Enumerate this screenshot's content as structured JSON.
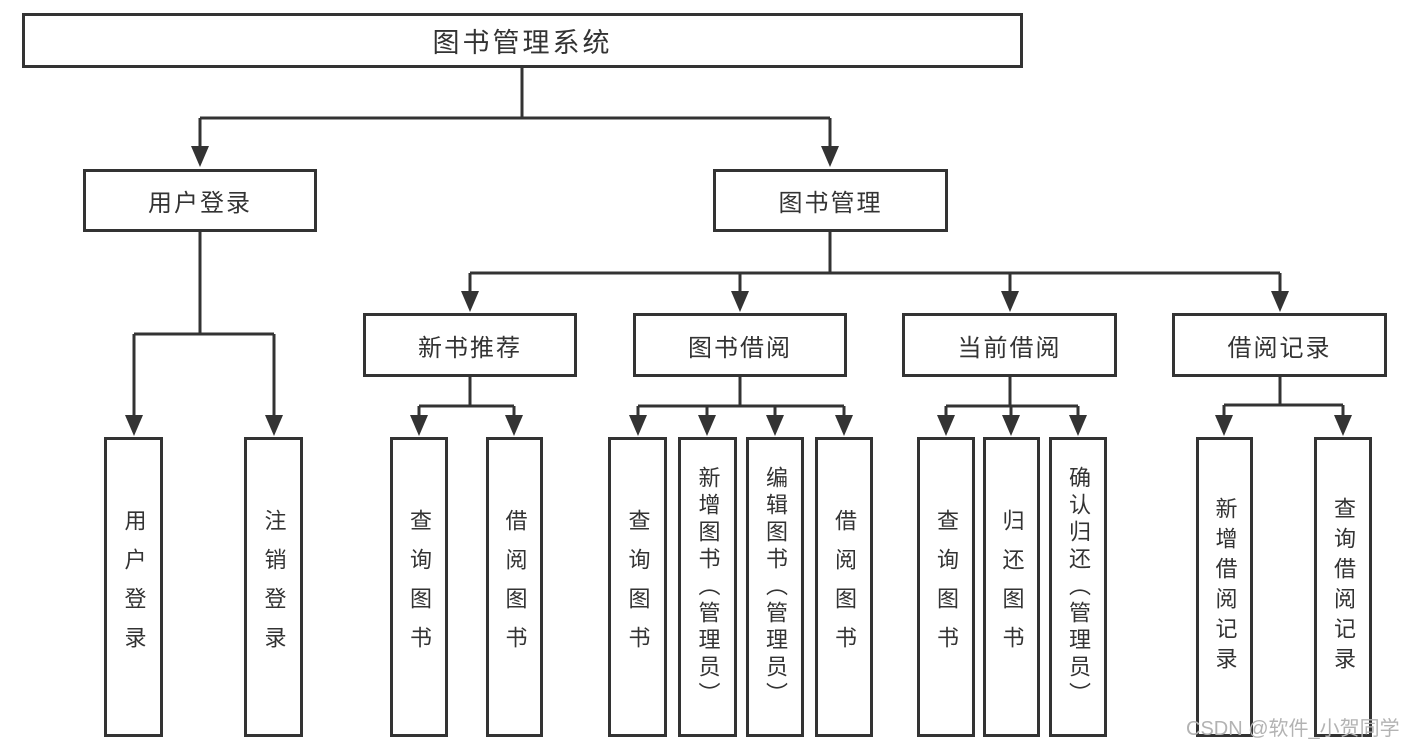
{
  "diagram": {
    "root": {
      "label": "图书管理系统"
    },
    "level2": [
      {
        "label": "用户登录"
      },
      {
        "label": "图书管理"
      }
    ],
    "level3": [
      {
        "label": "新书推荐",
        "parent": "图书管理"
      },
      {
        "label": "图书借阅",
        "parent": "图书管理"
      },
      {
        "label": "当前借阅",
        "parent": "图书管理"
      },
      {
        "label": "借阅记录",
        "parent": "图书管理"
      }
    ],
    "leaves": [
      {
        "label": "用户登录",
        "parent": "用户登录"
      },
      {
        "label": "注销登录",
        "parent": "用户登录"
      },
      {
        "label": "查询图书",
        "parent": "新书推荐"
      },
      {
        "label": "借阅图书",
        "parent": "新书推荐"
      },
      {
        "label": "查询图书",
        "parent": "图书借阅"
      },
      {
        "label": "新增图书（管理员）",
        "parent": "图书借阅"
      },
      {
        "label": "编辑图书（管理员）",
        "parent": "图书借阅"
      },
      {
        "label": "借阅图书",
        "parent": "图书借阅"
      },
      {
        "label": "查询图书",
        "parent": "当前借阅"
      },
      {
        "label": "归还图书",
        "parent": "当前借阅"
      },
      {
        "label": "确认归还（管理员）",
        "parent": "当前借阅"
      },
      {
        "label": "新增借阅记录",
        "parent": "借阅记录"
      },
      {
        "label": "查询借阅记录",
        "parent": "借阅记录"
      }
    ]
  },
  "watermark": {
    "text": "CSDN @软件_小贺同学"
  },
  "colors": {
    "line": "#333333",
    "text": "#333333",
    "background": "#ffffff",
    "watermark": "#b3b3b3"
  }
}
